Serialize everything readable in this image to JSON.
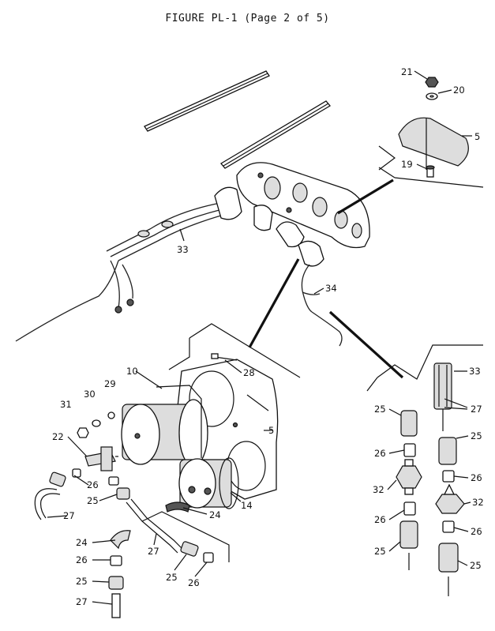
{
  "figure_title": "FIGURE PL-1 (Page 2 of 5)",
  "callouts": {
    "c21": "21",
    "c20": "20",
    "c5_top": "5",
    "c19": "19",
    "c33_harness": "33",
    "c34": "34",
    "c10": "10",
    "c28": "28",
    "c31": "31",
    "c30": "30",
    "c29": "29",
    "c5_panel": "5",
    "c22": "22",
    "c26_a": "26",
    "c25_a": "25",
    "c27_a": "27",
    "c24_a": "24",
    "c14": "14",
    "c24_b": "24",
    "c27_b": "27",
    "c26_b": "26",
    "c25_b": "25",
    "c27_c": "27",
    "c25_c": "25",
    "c26_c": "26",
    "c33_right": "33",
    "c27_right": "27",
    "c25_r1": "25",
    "c26_r1": "26",
    "c32_l": "32",
    "c26_r2": "26",
    "c25_r2": "25",
    "c25_r3": "25",
    "c26_r3": "26",
    "c32_r": "32",
    "c26_r4": "26",
    "c25_r4": "25"
  }
}
